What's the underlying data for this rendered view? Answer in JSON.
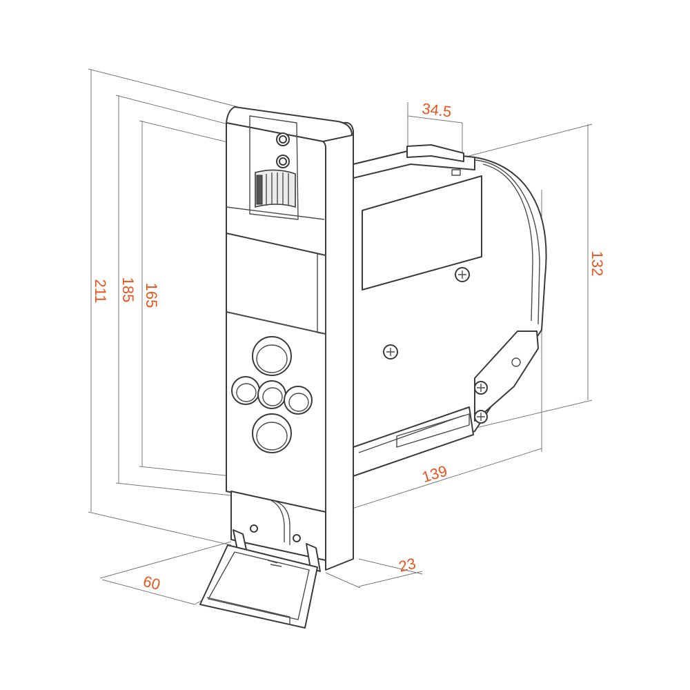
{
  "dimension_color": "#e8541e",
  "dimensions": {
    "d211": "211",
    "d185": "185",
    "d165": "165",
    "d34_5": "34.5",
    "d132": "132",
    "d139": "139",
    "d23": "23",
    "d60": "60"
  }
}
